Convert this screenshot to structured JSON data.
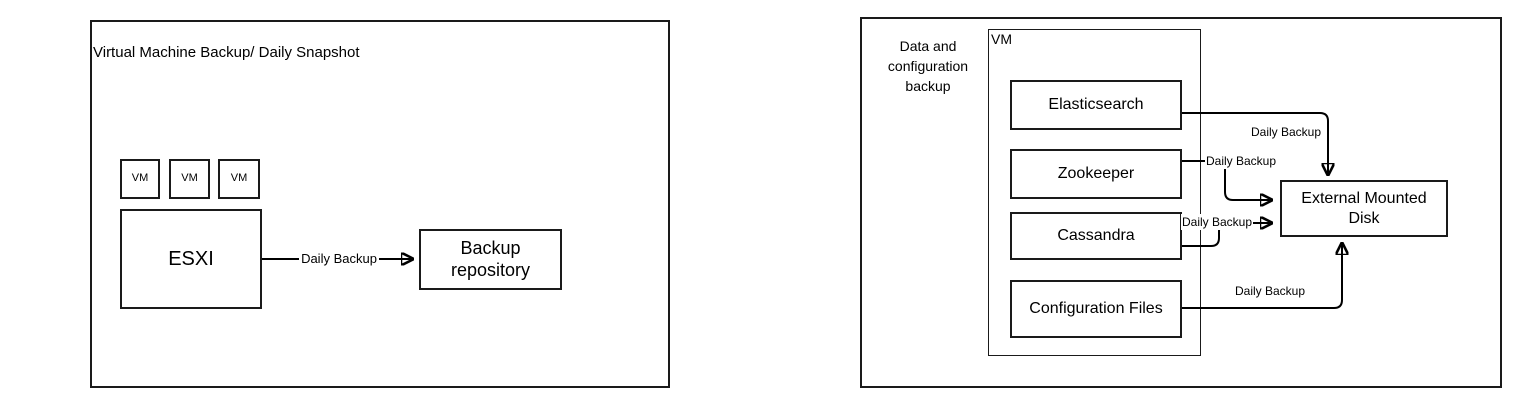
{
  "diagram": {
    "left": {
      "title": "Virtual Machine Backup/ Daily Snapshot",
      "vms": [
        "VM",
        "VM",
        "VM"
      ],
      "host_label": "ESXI",
      "target_label": "Backup repository",
      "edge_label": "Daily Backup"
    },
    "right": {
      "title": "Data and configuration backup",
      "container_label": "VM",
      "services": [
        "Elasticsearch",
        "Zookeeper",
        "Cassandra",
        "Configuration Files"
      ],
      "target_label": "External Mounted Disk",
      "edge_labels": [
        "Daily Backup",
        "Daily Backup",
        "Daily Backup",
        "Daily Backup"
      ]
    },
    "colors": {
      "stroke": "#000000",
      "canvas": "#ffffff"
    }
  }
}
